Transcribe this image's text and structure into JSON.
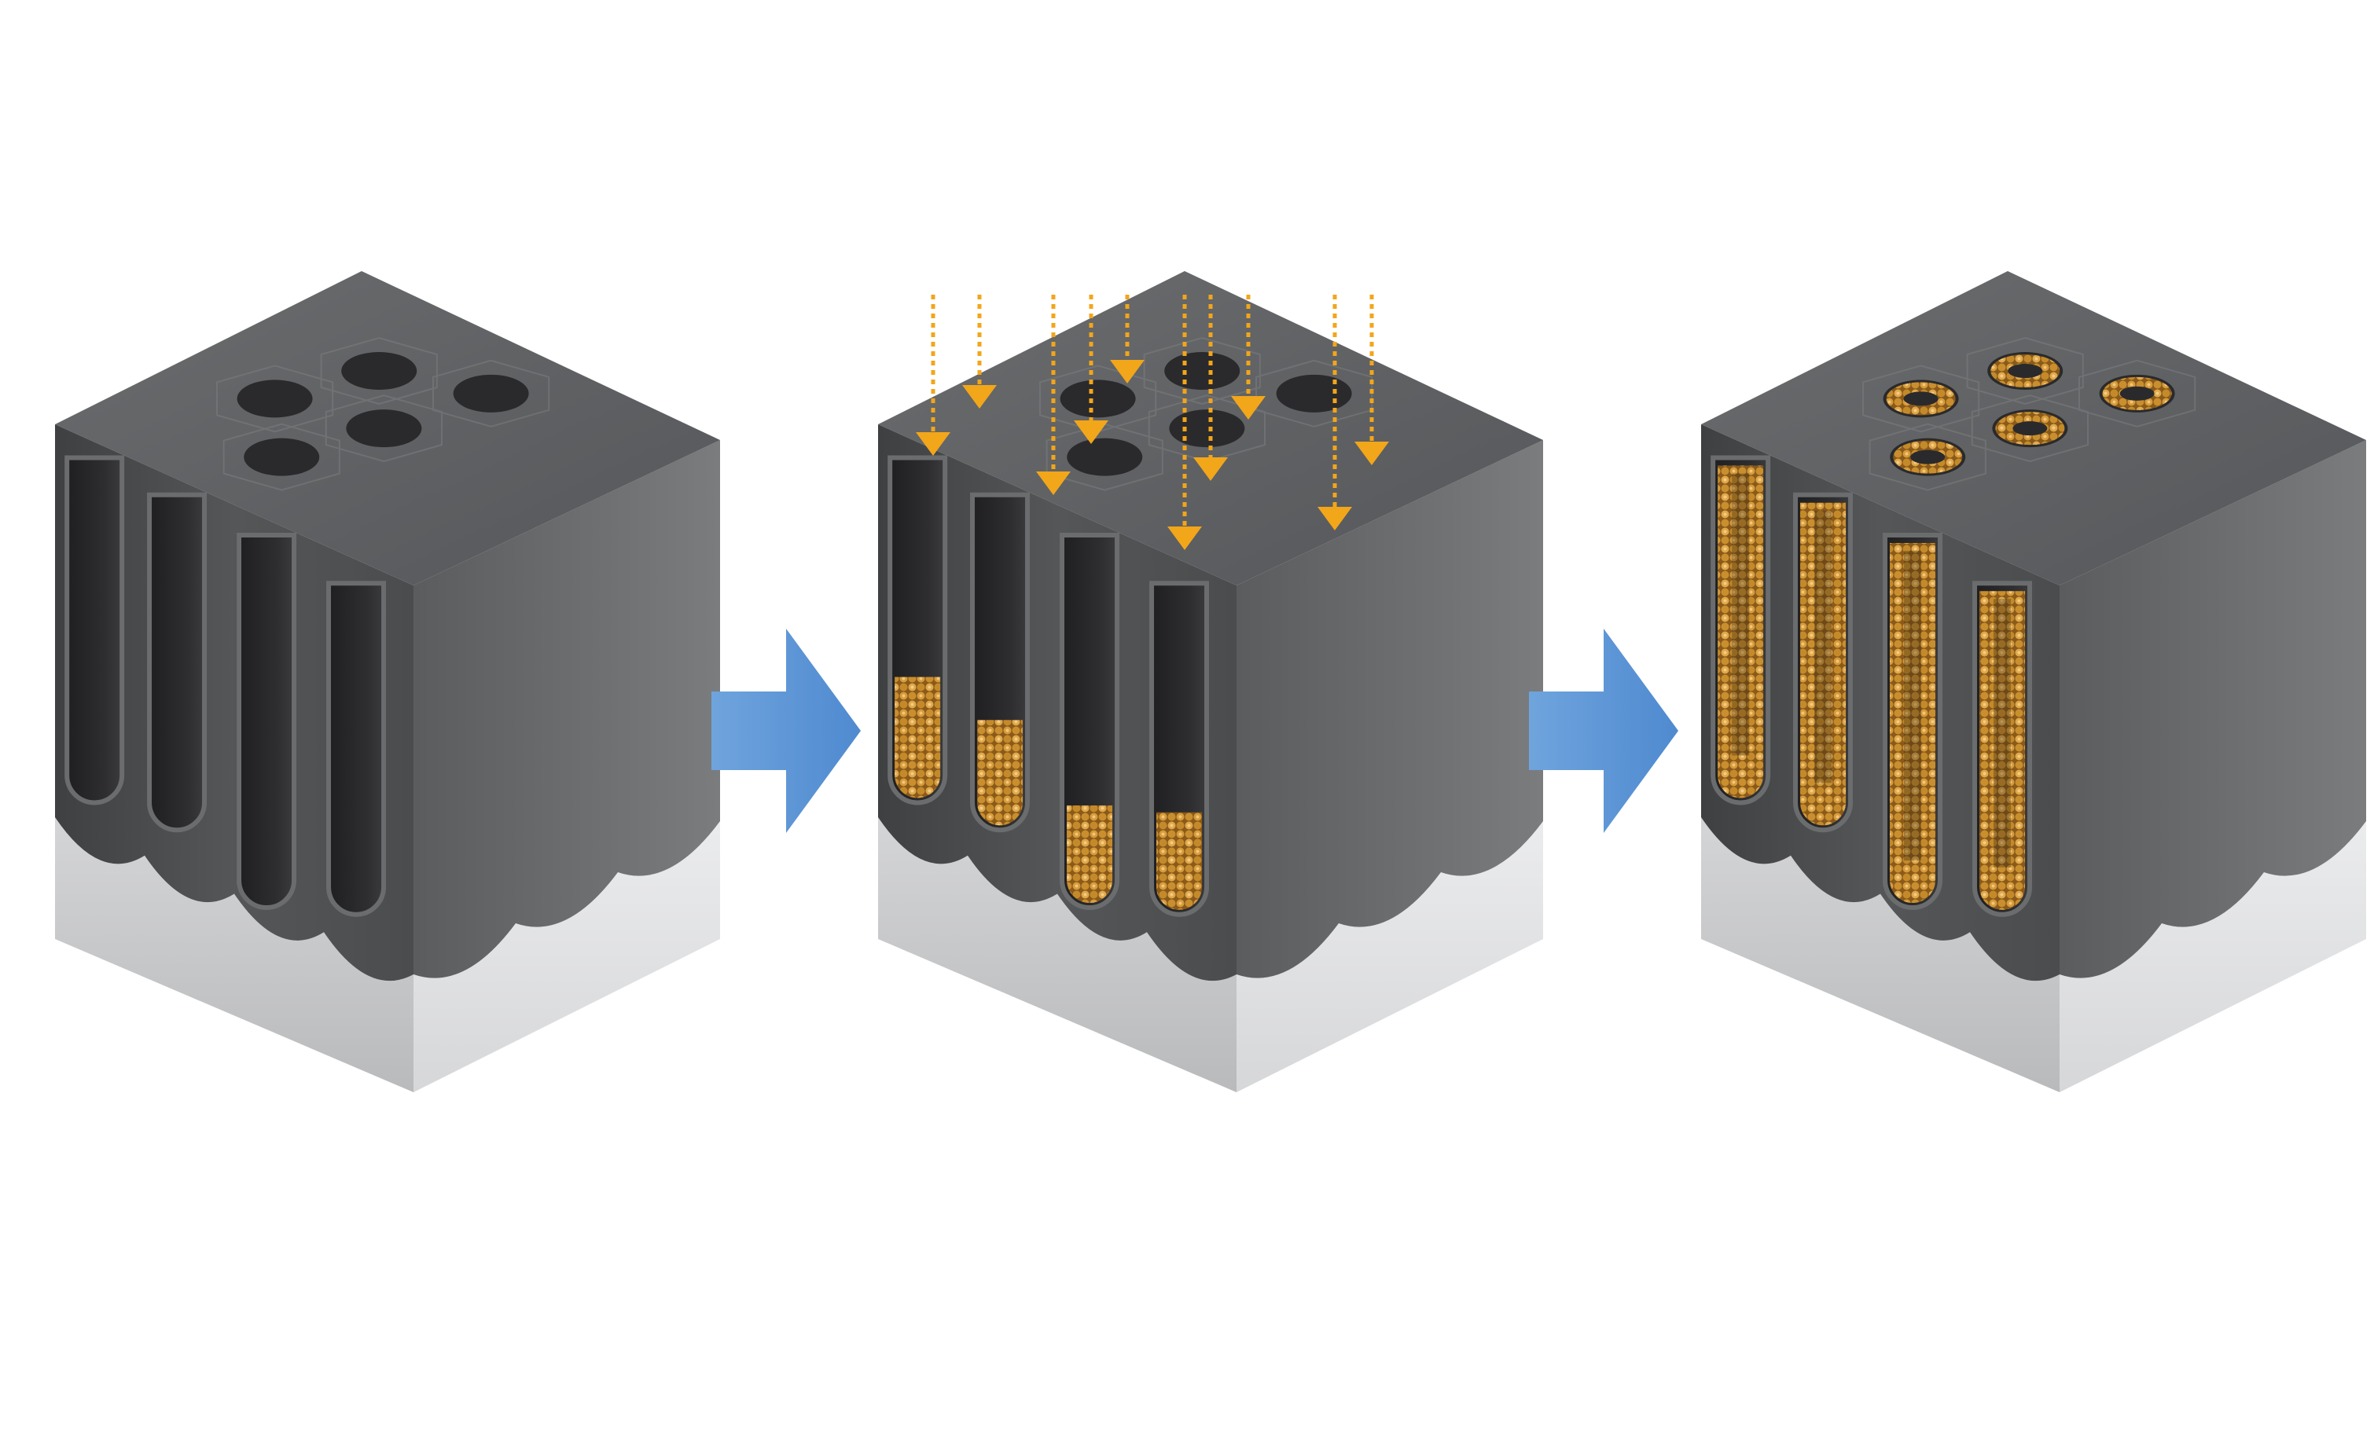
{
  "figure": {
    "panels": [
      {
        "step": 1,
        "particles": "none"
      },
      {
        "step": 2,
        "particles": "partial"
      },
      {
        "step": 3,
        "particles": "full"
      }
    ],
    "colors": {
      "background": "#ffffff",
      "membrane_top": "#5d5f61",
      "membrane_front": "#505254",
      "membrane_right": "#6b6d6f",
      "pore": "#2b2b2d",
      "substrate_front": "#c9cacc",
      "substrate_right": "#e1e2e4",
      "arrow": "#5b95d6",
      "deposition_arrow": "#f2a61a",
      "particle": "#c98e2e"
    },
    "icons": {
      "process_arrow": "right-arrow-icon",
      "deposition_arrow": "down-arrow-icon"
    }
  }
}
